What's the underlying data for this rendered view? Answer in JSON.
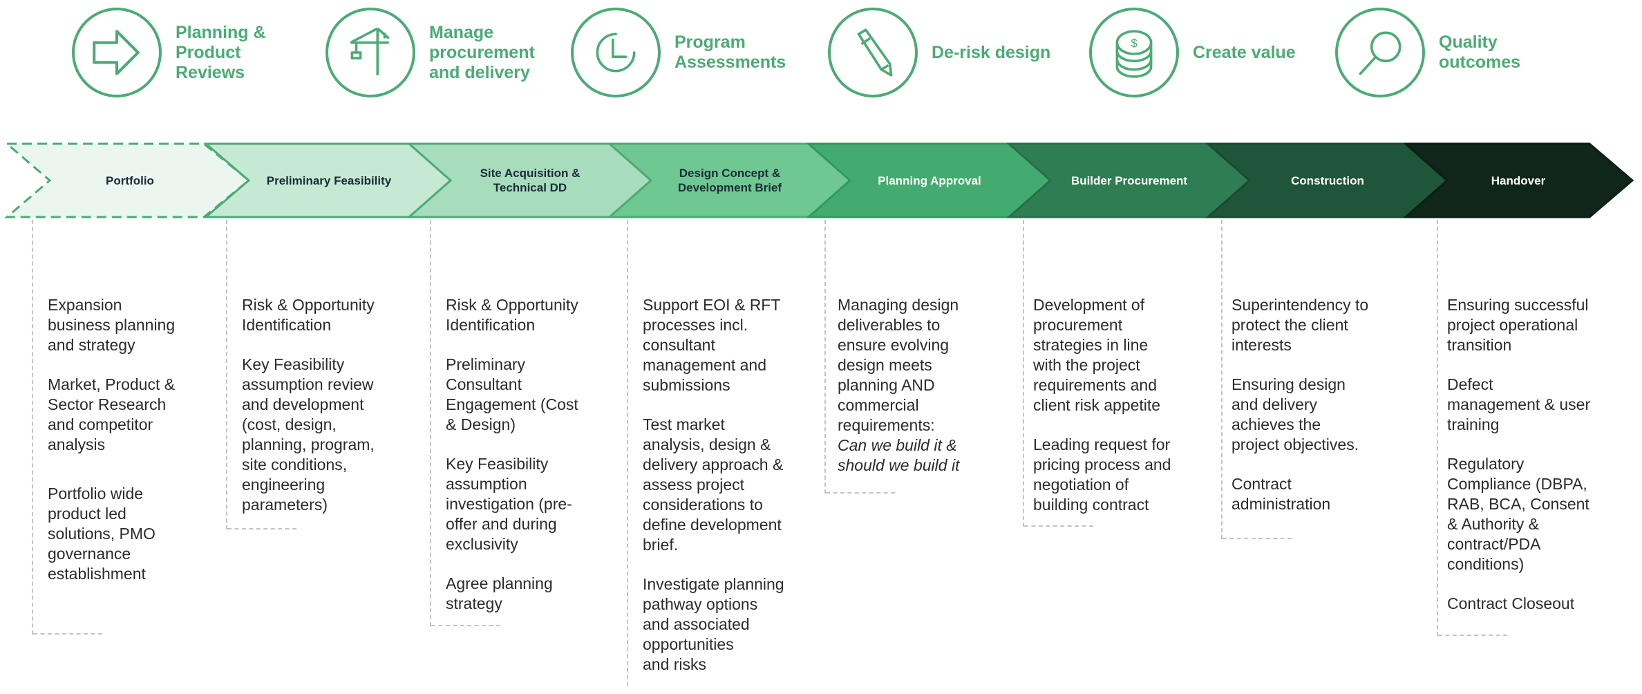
{
  "services": [
    {
      "icon": "arrow-right-icon",
      "label": "Planning &\nProduct\nReviews"
    },
    {
      "icon": "crane-icon",
      "label": "Manage\nprocurement\nand delivery"
    },
    {
      "icon": "clock-icon",
      "label": "Program\nAssessments"
    },
    {
      "icon": "pencil-icon",
      "label": "De-risk design"
    },
    {
      "icon": "coins-icon",
      "label": "Create value"
    },
    {
      "icon": "magnifier-icon",
      "label": "Quality\noutcomes"
    }
  ],
  "stages": [
    {
      "label": "Portfolio",
      "fill": "#eaf6ef",
      "text": "#1b2b3a"
    },
    {
      "label": "Preliminary Feasibility",
      "fill": "#c6e9d4",
      "text": "#1b2b3a"
    },
    {
      "label": "Site Acquisition &\nTechnical DD",
      "fill": "#a7dcbc",
      "text": "#1b2b3a"
    },
    {
      "label": "Design Concept &\nDevelopment Brief",
      "fill": "#6fc791",
      "text": "#1b2b3a"
    },
    {
      "label": "Planning Approval",
      "fill": "#43ab6f",
      "text": "#ffffff"
    },
    {
      "label": "Builder Procurement",
      "fill": "#2f7d52",
      "text": "#ffffff"
    },
    {
      "label": "Construction",
      "fill": "#1f5539",
      "text": "#ffffff"
    },
    {
      "label": "Handover",
      "fill": "#10261a",
      "text": "#ffffff"
    }
  ],
  "columns": [
    {
      "items": [
        "Expansion\nbusiness planning\nand strategy",
        "Market, Product &\nSector Research\nand competitor\nanalysis",
        "Portfolio wide\nproduct led\nsolutions, PMO\ngovernance\nestablishment"
      ]
    },
    {
      "items": [
        "Risk & Opportunity\nIdentification",
        "Key Feasibility\nassumption review\nand development\n(cost, design,\nplanning, program,\nsite conditions,\nengineering\nparameters)"
      ]
    },
    {
      "items": [
        "Risk & Opportunity\nIdentification",
        "Preliminary\nConsultant\nEngagement (Cost\n& Design)",
        "Key Feasibility\nassumption\ninvestigation (pre-\noffer and during\nexclusivity",
        "Agree planning\nstrategy"
      ]
    },
    {
      "items": [
        "Support EOI & RFT\nprocesses incl.\nconsultant\nmanagement and\nsubmissions",
        "Test market\nanalysis, design &\ndelivery approach &\nassess project\nconsiderations to\ndefine development\nbrief.",
        "Investigate planning\npathway options\nand associated\nopportunities\nand risks"
      ]
    },
    {
      "items": [
        "Managing design\ndeliverables to\nensure evolving\ndesign meets\nplanning AND\ncommercial\nrequirements:"
      ],
      "italic": "Can we build it &\nshould we build it"
    },
    {
      "items": [
        "Development of\nprocurement\nstrategies in line\nwith the project\nrequirements and\nclient risk appetite",
        "Leading request for\npricing process and\nnegotiation of\nbuilding contract"
      ]
    },
    {
      "items": [
        "Superintendency to\nprotect the client\ninterests",
        "Ensuring design\nand delivery\nachieves the\nproject objectives.",
        "Contract\nadministration"
      ]
    },
    {
      "items": [
        "Ensuring successful\nproject operational\ntransition",
        "Defect\nmanagement & user\ntraining",
        "Regulatory\nCompliance (DBPA,\nRAB, BCA, Consent\n& Authority &\ncontract/PDA\nconditions)",
        "Contract Closeout"
      ]
    }
  ],
  "colors": {
    "accent": "#4cab75",
    "dash": "#c4c4c4"
  }
}
